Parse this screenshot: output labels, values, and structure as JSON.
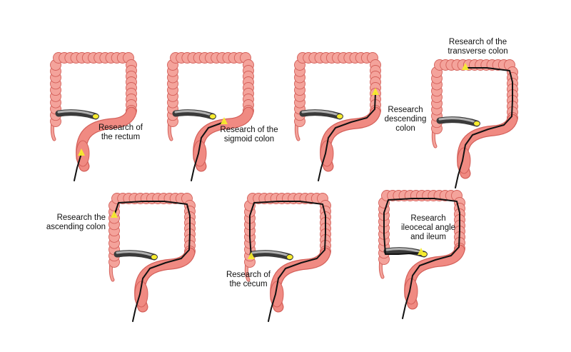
{
  "colors": {
    "colon_fill": "#f08a82",
    "colon_stroke": "#d4605a",
    "haustra_fill": "#f4a39b",
    "endoscope": "#111111",
    "scope_tip": "#f7ec2e",
    "ileum_dark": "#3a3a3a",
    "ileum_light": "#cfcfcf",
    "text": "#111111",
    "background": "#ffffff"
  },
  "icons": [
    "large-intestine-illustration",
    "endoscope-tube",
    "endoscope-light-tip",
    "terminal-ileum"
  ],
  "panels": [
    {
      "id": "rectum",
      "label": "Research of\nthe rectum",
      "scope_reach": "rectum"
    },
    {
      "id": "sigmoid",
      "label": "Research of the\nsigmoid colon",
      "scope_reach": "sigmoid"
    },
    {
      "id": "descending",
      "label": "Research\ndescending\ncolon",
      "scope_reach": "descending"
    },
    {
      "id": "transverse",
      "label": "Research of the\ntransverse colon",
      "scope_reach": "transverse"
    },
    {
      "id": "ascending",
      "label": "Research the\nascending colon",
      "scope_reach": "ascending"
    },
    {
      "id": "cecum",
      "label": "Research of\nthe cecum",
      "scope_reach": "cecum"
    },
    {
      "id": "ileum",
      "label": "Research\nileocecal angle\nand ileum",
      "scope_reach": "ileum"
    }
  ]
}
